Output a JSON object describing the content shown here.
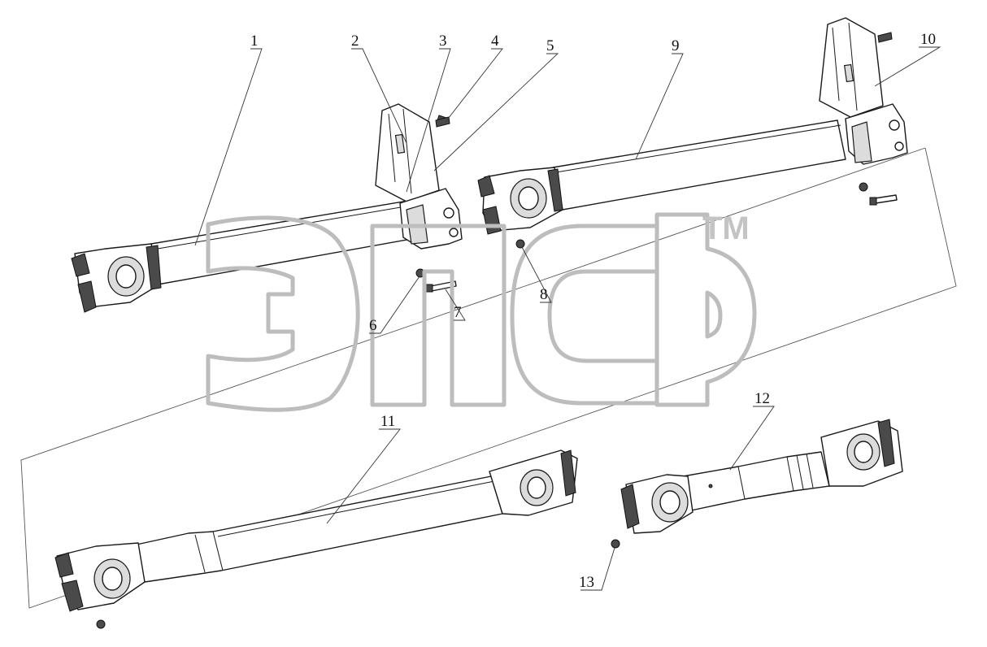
{
  "callouts": [
    {
      "id": "1",
      "label": "1"
    },
    {
      "id": "2",
      "label": "2"
    },
    {
      "id": "3",
      "label": "3"
    },
    {
      "id": "4",
      "label": "4"
    },
    {
      "id": "5",
      "label": "5"
    },
    {
      "id": "6",
      "label": "6"
    },
    {
      "id": "7",
      "label": "7"
    },
    {
      "id": "8",
      "label": "8"
    },
    {
      "id": "9",
      "label": "9"
    },
    {
      "id": "10",
      "label": "10"
    },
    {
      "id": "11",
      "label": "11"
    },
    {
      "id": "12",
      "label": "12"
    },
    {
      "id": "13",
      "label": "13"
    }
  ],
  "watermark": {
    "trademark": "TM",
    "logo_name": "ЭПСР logo watermark"
  },
  "colors": {
    "line": "#1a1a1a",
    "shade": "#dcdcdc",
    "watermark": "#bdbdbd",
    "background": "#ffffff"
  }
}
